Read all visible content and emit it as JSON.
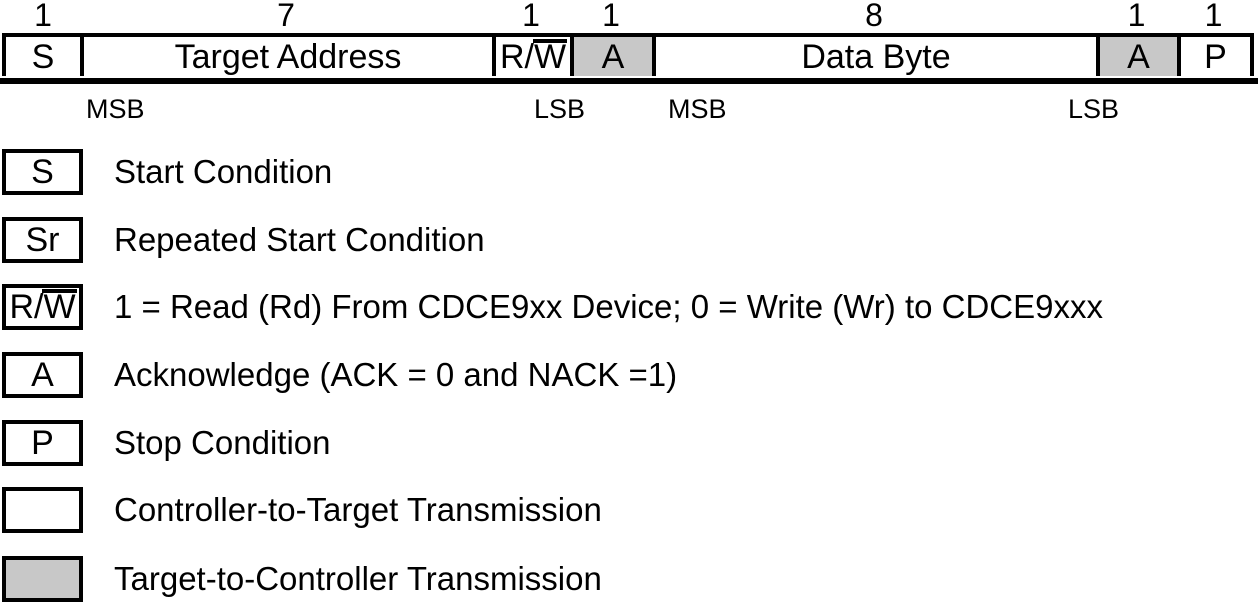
{
  "frame": {
    "cells": [
      {
        "bits": "1",
        "label": "S",
        "shaded": false
      },
      {
        "bits": "7",
        "label": "Target Address",
        "shaded": false
      },
      {
        "bits": "1",
        "label_prefix": "R/",
        "label_overline": "W",
        "shaded": false
      },
      {
        "bits": "1",
        "label": "A",
        "shaded": true
      },
      {
        "bits": "8",
        "label": "Data Byte",
        "shaded": false
      },
      {
        "bits": "1",
        "label": "A",
        "shaded": true
      },
      {
        "bits": "1",
        "label": "P",
        "shaded": false
      }
    ],
    "bit_markers": [
      {
        "text": "MSB"
      },
      {
        "text": "LSB"
      },
      {
        "text": "MSB"
      },
      {
        "text": "LSB"
      }
    ]
  },
  "legend": {
    "items": [
      {
        "symbol": "S",
        "description": "Start Condition"
      },
      {
        "symbol": "Sr",
        "description": "Repeated Start Condition"
      },
      {
        "symbol_prefix": "R/",
        "symbol_overline": "W",
        "description": "1 = Read (Rd) From CDCE9xx Device; 0 = Write (Wr) to CDCE9xxx"
      },
      {
        "symbol": "A",
        "description": "Acknowledge (ACK = 0 and NACK =1)"
      },
      {
        "symbol": "P",
        "description": "Stop Condition"
      },
      {
        "symbol": "",
        "description": "Controller-to-Target Transmission"
      },
      {
        "symbol": "",
        "description": "Target-to-Controller Transmission"
      }
    ]
  },
  "colors": {
    "shaded": "#c8c8c8",
    "line": "#000000",
    "background": "#ffffff"
  }
}
